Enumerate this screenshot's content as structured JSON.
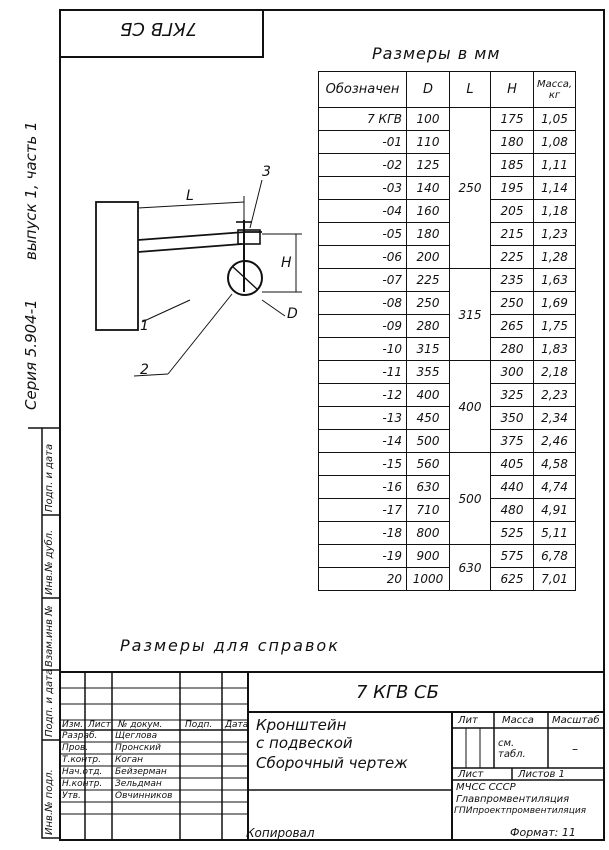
{
  "top_stamp": "7КГВ СБ",
  "sizes_heading": "Размеры в мм",
  "left_margin": {
    "series": "Серия 5.904-1",
    "issue": "выпуск 1, часть 1"
  },
  "side_stamp": {
    "sign_date": "Подп. и дата",
    "inv_dup": "Инв.№ дубл.",
    "replace_inv": "Взам.инв №",
    "sign_date2": "Подп. и дата",
    "inv_orig": "Инв.№ подл."
  },
  "drawing": {
    "label_L": "L",
    "label_H": "H",
    "label_D": "D",
    "callout_1": "1",
    "callout_2": "2",
    "callout_3": "3"
  },
  "table": {
    "headers": [
      "Обозначен",
      "D",
      "L",
      "H",
      "Масса, кг"
    ],
    "rows": [
      {
        "id": "7 КГВ",
        "d": "100",
        "h": "175",
        "m": "1,05"
      },
      {
        "id": "-01",
        "d": "110",
        "h": "180",
        "m": "1,08"
      },
      {
        "id": "-02",
        "d": "125",
        "h": "185",
        "m": "1,11"
      },
      {
        "id": "-03",
        "d": "140",
        "h": "195",
        "m": "1,14"
      },
      {
        "id": "-04",
        "d": "160",
        "h": "205",
        "m": "1,18"
      },
      {
        "id": "-05",
        "d": "180",
        "h": "215",
        "m": "1,23"
      },
      {
        "id": "-06",
        "d": "200",
        "h": "225",
        "m": "1,28"
      },
      {
        "id": "-07",
        "d": "225",
        "h": "235",
        "m": "1,63"
      },
      {
        "id": "-08",
        "d": "250",
        "h": "250",
        "m": "1,69"
      },
      {
        "id": "-09",
        "d": "280",
        "h": "265",
        "m": "1,75"
      },
      {
        "id": "-10",
        "d": "315",
        "h": "280",
        "m": "1,83"
      },
      {
        "id": "-11",
        "d": "355",
        "h": "300",
        "m": "2,18"
      },
      {
        "id": "-12",
        "d": "400",
        "h": "325",
        "m": "2,23"
      },
      {
        "id": "-13",
        "d": "450",
        "h": "350",
        "m": "2,34"
      },
      {
        "id": "-14",
        "d": "500",
        "h": "375",
        "m": "2,46"
      },
      {
        "id": "-15",
        "d": "560",
        "h": "405",
        "m": "4,58"
      },
      {
        "id": "-16",
        "d": "630",
        "h": "440",
        "m": "4,74"
      },
      {
        "id": "-17",
        "d": "710",
        "h": "480",
        "m": "4,91"
      },
      {
        "id": "-18",
        "d": "800",
        "h": "525",
        "m": "5,11"
      },
      {
        "id": "-19",
        "d": "900",
        "h": "575",
        "m": "6,78"
      },
      {
        "id": "20",
        "d": "1000",
        "h": "625",
        "m": "7,01"
      }
    ],
    "l_groups": [
      {
        "value": "250",
        "span": 7
      },
      {
        "value": "315",
        "span": 4
      },
      {
        "value": "400",
        "span": 4
      },
      {
        "value": "500",
        "span": 4
      },
      {
        "value": "630",
        "span": 2
      }
    ]
  },
  "reference_note": "Размеры для справок",
  "title_block": {
    "code": "7 КГВ СБ",
    "title_line1": "Кронштейн",
    "title_line2": "с подвеской",
    "title_line3": "Сборочный чертеж",
    "lit": "Лит",
    "mass": "Масса",
    "scale": "Масштаб",
    "mass_value": "см. табл.",
    "scale_value": "–",
    "sheet": "Лист",
    "sheets": "Листов 1",
    "org1": "МЧСС   СССР",
    "org2": "Главпромвентиляция",
    "org3": "ГПИпроектпромвентиляция",
    "col_headers": [
      "Изм.",
      "Лист",
      "№ докум.",
      "Подп.",
      "Дата"
    ],
    "roles": [
      {
        "role": "Разраб.",
        "name": "Щеглова"
      },
      {
        "role": "Пров.",
        "name": "Пронский"
      },
      {
        "role": "Т.контр.",
        "name": "Коган"
      },
      {
        "role": "Нач.отд.",
        "name": "Бейзерман"
      },
      {
        "role": "Н.контр.",
        "name": "Зельдман"
      },
      {
        "role": "Утв.",
        "name": "Овчинников"
      }
    ]
  },
  "copied": "Копировал",
  "format": "Формат: 11"
}
